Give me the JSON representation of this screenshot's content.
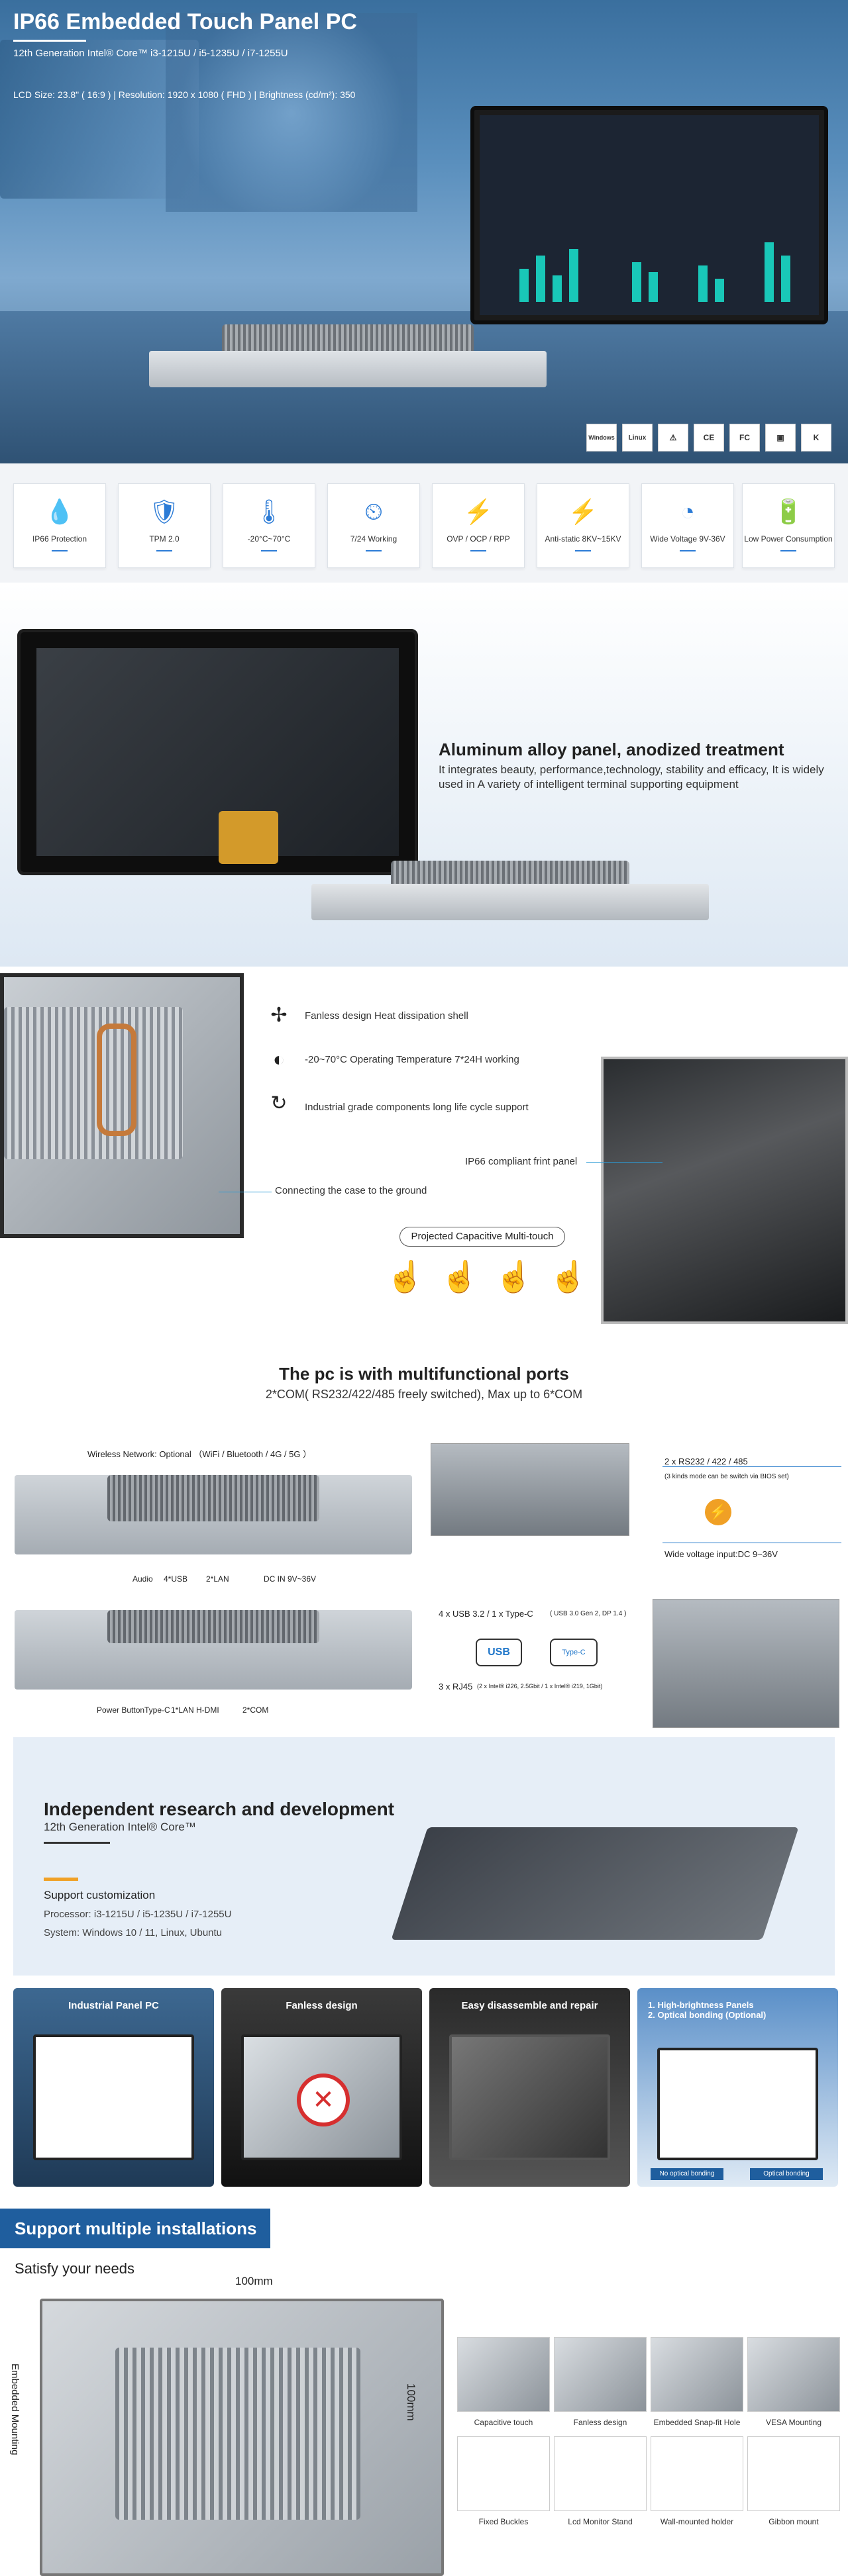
{
  "hero": {
    "title": "IP66 Embedded Touch Panel PC",
    "cpu": "12th Generation Intel® Core™ i3-1215U / i5-1235U / i7-1255U",
    "specs": "LCD Size: 23.8\" ( 16:9 )  |  Resolution:  1920 x 1080  ( FHD )  |  Brightness (cd/m²): 350",
    "certs": [
      "Windows",
      "Linux",
      "⚠",
      "CE",
      "FC",
      "▣",
      "K"
    ]
  },
  "features": [
    {
      "label": "IP66 Protection",
      "icon": "💧"
    },
    {
      "label": "TPM 2.0",
      "icon": "🛡"
    },
    {
      "label": "-20°C~70°C",
      "icon": "🌡"
    },
    {
      "label": "7/24 Working",
      "icon": "⏲"
    },
    {
      "label": "OVP / OCP / RPP",
      "icon": "⚡"
    },
    {
      "label": "Anti-static 8KV~15KV",
      "icon": "⚡"
    },
    {
      "label": "Wide Voltage 9V-36V",
      "icon": "◔"
    },
    {
      "label": "Low Power Consumption",
      "icon": "🔋"
    }
  ],
  "aluminum": {
    "title": "Aluminum alloy panel, anodized treatment",
    "desc": "It integrates beauty, performance,technology, stability and efficacy, It is widely used in A variety of intelligent terminal supporting equipment"
  },
  "heat": {
    "items": [
      {
        "text": "Fanless design Heat dissipation shell",
        "icon": "✢"
      },
      {
        "text": "-20~70°C Operating Temperature 7*24H working",
        "icon": "◐"
      },
      {
        "text": "Industrial grade components long life cycle support",
        "icon": "↻"
      }
    ],
    "ground": "Connecting the case to the ground",
    "front_panel": "IP66 compliant frint panel",
    "pcap": "Projected Capacitive Multi-touch"
  },
  "ports": {
    "title": "The pc is with multifunctional ports",
    "subtitle": "2*COM( RS232/422/485 freely switched), Max up to 6*COM",
    "wireless": "Wireless Network: Optional  （WiFi / Bluetooth / 4G / 5G ）",
    "rs": "2 x RS232 / 422 / 485",
    "rs_note": "(3 kinds mode can be switch via BIOS set)",
    "wide_voltage": "Wide voltage input:DC 9~36V",
    "top_labels": [
      "Audio",
      "4*USB",
      "2*LAN",
      "DC IN 9V~36V"
    ],
    "bottom_labels": [
      "Power Button",
      "Type-C",
      "1*LAN",
      "H-DMI",
      "2*COM"
    ],
    "usb": "4 x USB 3.2 / 1 x Type-C",
    "usb_note": "( USB 3.0 Gen 2, DP 1.4 )",
    "usb_icon": "USB",
    "typec_icon": "Type-C",
    "rj45": "3 x RJ45",
    "rj45_note": "(2 x Intel® i226, 2.5Gbit / 1 x Intel® i219, 1Gbit)"
  },
  "rnd": {
    "title": "Independent research and development",
    "subtitle": "12th Generation Intel® Core™",
    "custom": "Support customization",
    "processor": "Processor: i3-1215U / i5-1235U / i7-1255U",
    "system": "System: Windows 10 / 11,    Linux, Ubuntu"
  },
  "cards": [
    {
      "title": "Industrial Panel PC"
    },
    {
      "title": "Fanless design"
    },
    {
      "title": "Easy disassemble and repair"
    },
    {
      "title": "1. High-brightness Panels\n2. Optical bonding (Optional)",
      "tag1": "No optical bonding",
      "tag2": "Optical bonding"
    }
  ],
  "install": {
    "title": "Support multiple installations",
    "subtitle": "Satisfy your needs",
    "dim_h": "100mm",
    "dim_v": "100mm",
    "side": "Embedded Mounting",
    "thumbs": [
      "Capacitive touch",
      "Fanless design",
      "Embedded Snap-fit Hole",
      "VESA Mounting",
      "Fixed Buckles",
      "Lcd Monitor Stand",
      "Wall-mounted holder",
      "Gibbon mount"
    ]
  }
}
